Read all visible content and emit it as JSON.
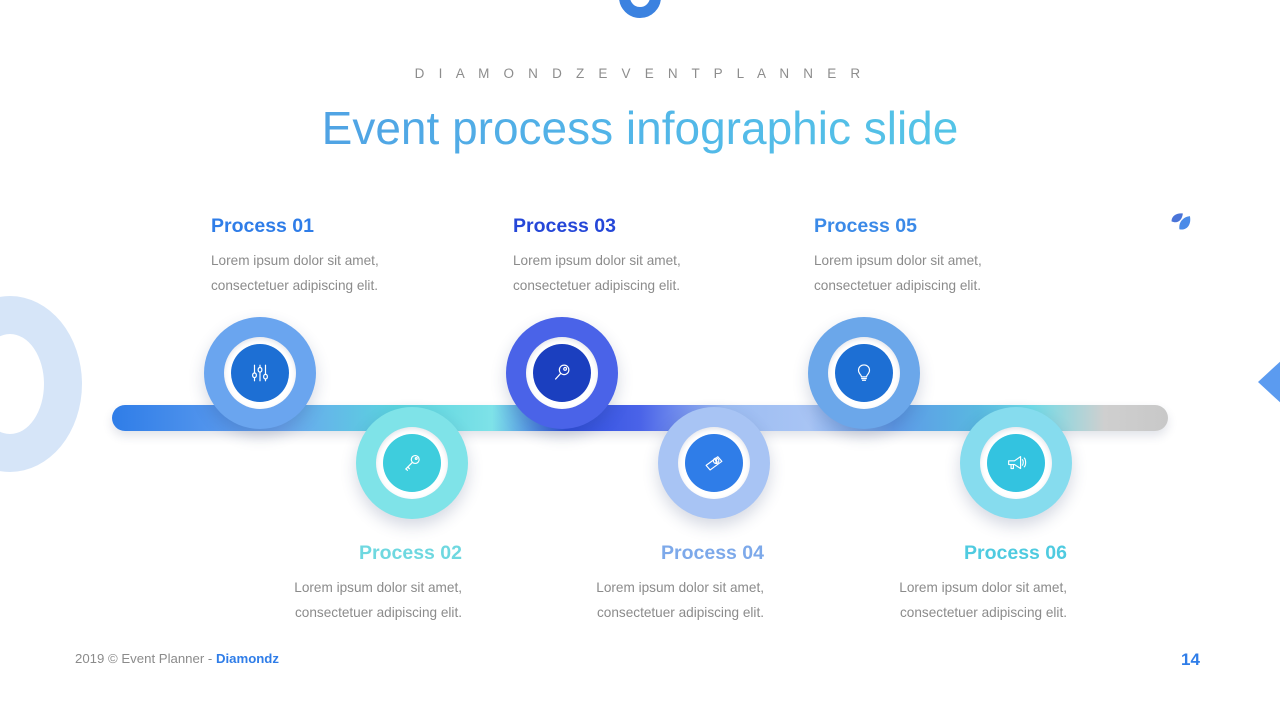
{
  "header": {
    "eyebrow": "D I A M O N D Z   E V E N T   P L A N N E R",
    "title": "Event process infographic slide"
  },
  "colors": {
    "title_gradient_from": "#4d8fe0",
    "title_gradient_to": "#56d2e6",
    "accent_blue": "#2f7de8",
    "accent_indigo": "#2f4fe0",
    "accent_cyan": "#56d2e6",
    "body_gray": "#8b8b8b",
    "bar_end_gray": "#c8c8c8"
  },
  "decorations": {
    "ring_left": "donut-ring-decoration",
    "ring_top": "donut-ring-decoration",
    "arrow_right": "triangle-arrow-decoration",
    "brand_mark": "leaf-logo-icon"
  },
  "timeline": {
    "bar": "process-timeline-bar",
    "nodes": [
      {
        "id": "01",
        "icon": "sliders-icon",
        "ring_color": "#6aa5ef",
        "core_color": "#1d6fd4",
        "position": "top"
      },
      {
        "id": "02",
        "icon": "key-icon",
        "ring_color": "#7fe3e8",
        "core_color": "#3ecddd",
        "position": "bottom"
      },
      {
        "id": "03",
        "icon": "search-icon",
        "ring_color": "#4a63e8",
        "core_color": "#1b3fbf",
        "position": "top"
      },
      {
        "id": "04",
        "icon": "money-icon",
        "ring_color": "#a8c4f4",
        "core_color": "#2f7de8",
        "position": "bottom"
      },
      {
        "id": "05",
        "icon": "lightbulb-icon",
        "ring_color": "#6ba7ea",
        "core_color": "#1d6fd4",
        "position": "top"
      },
      {
        "id": "06",
        "icon": "megaphone-icon",
        "ring_color": "#86dcee",
        "core_color": "#33c3e0",
        "position": "bottom"
      }
    ]
  },
  "processes": [
    {
      "title": "Process 01",
      "body_line1": "Lorem ipsum dolor sit amet,",
      "body_line2": "consectetuer adipiscing elit.",
      "title_color": "#2f7de8",
      "align": "left"
    },
    {
      "title": "Process 02",
      "body_line1": "Lorem ipsum dolor sit amet,",
      "body_line2": "consectetuer adipiscing elit.",
      "title_color": "#6fd8e0",
      "align": "right"
    },
    {
      "title": "Process 03",
      "body_line1": "Lorem ipsum dolor sit amet,",
      "body_line2": "consectetuer adipiscing elit.",
      "title_color": "#2547d8",
      "align": "left"
    },
    {
      "title": "Process 04",
      "body_line1": "Lorem ipsum dolor sit amet,",
      "body_line2": "consectetuer adipiscing elit.",
      "title_color": "#7da9ea",
      "align": "right"
    },
    {
      "title": "Process 05",
      "body_line1": "Lorem ipsum dolor sit amet,",
      "body_line2": "consectetuer adipiscing elit.",
      "title_color": "#3b8ae8",
      "align": "left"
    },
    {
      "title": "Process 06",
      "body_line1": "Lorem ipsum dolor sit amet,",
      "body_line2": "consectetuer adipiscing elit.",
      "title_color": "#4fcbe0",
      "align": "right"
    }
  ],
  "footer": {
    "copyright": "2019 © Event Planner - ",
    "brand": "Diamondz",
    "page_number": "14"
  }
}
